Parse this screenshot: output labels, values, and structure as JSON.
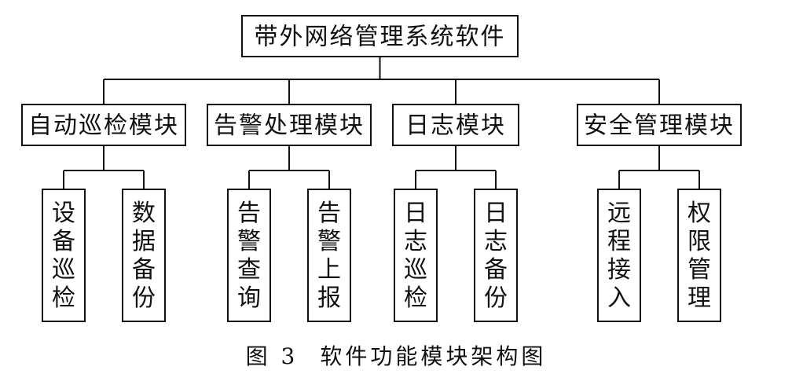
{
  "root": {
    "label": "带外网络管理系统软件"
  },
  "modules": [
    {
      "label": "自动巡检模块",
      "children": [
        "设备巡检",
        "数据备份"
      ]
    },
    {
      "label": "告警处理模块",
      "children": [
        "告警查询",
        "告警上报"
      ]
    },
    {
      "label": "日志模块",
      "children": [
        "日志巡检",
        "日志备份"
      ]
    },
    {
      "label": "安全管理模块",
      "children": [
        "远程接入",
        "权限管理"
      ]
    }
  ],
  "caption": {
    "figure_no": "图 3",
    "title": "软件功能模块架构图"
  }
}
